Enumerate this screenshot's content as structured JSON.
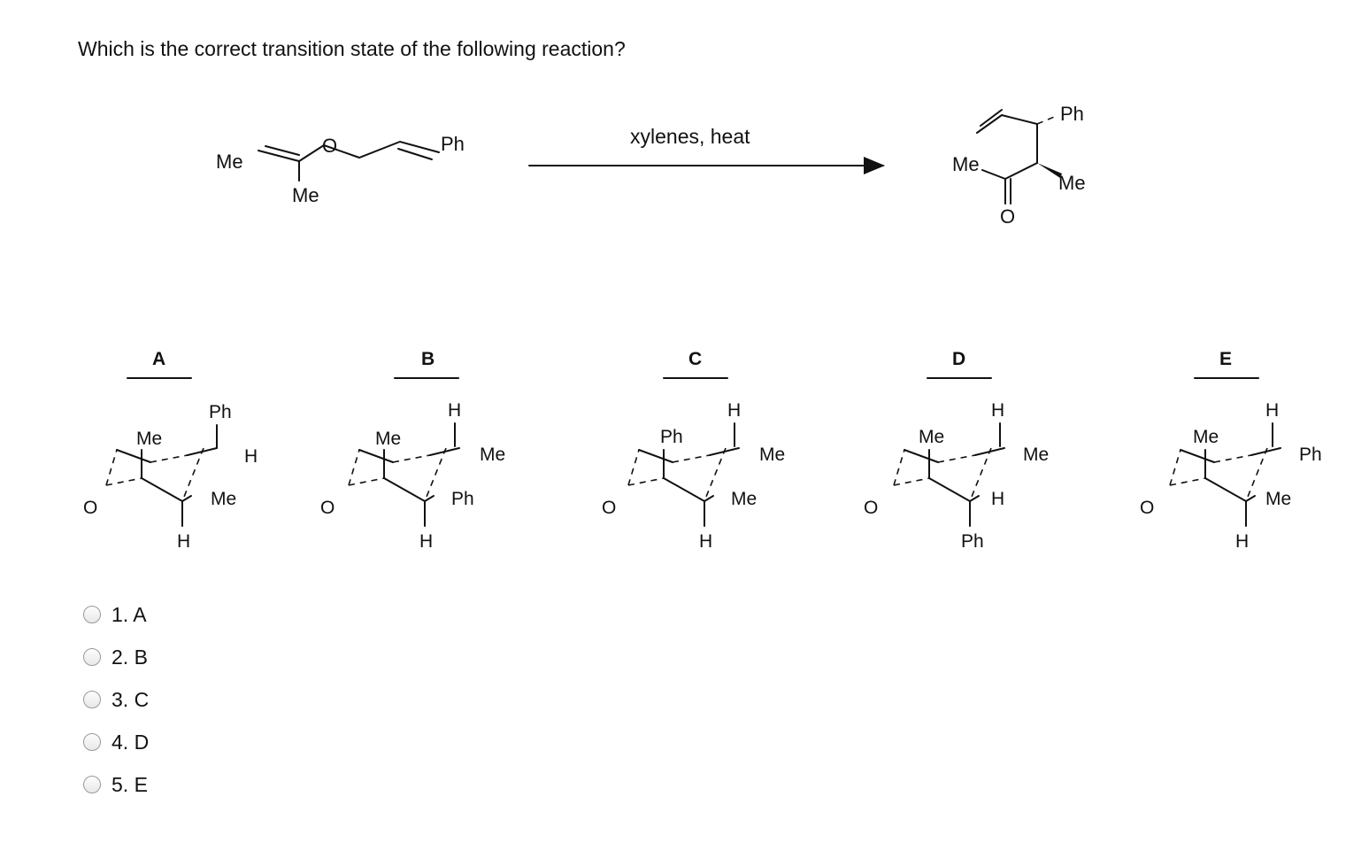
{
  "question": "Which is the correct transition state of the following reaction?",
  "reaction": {
    "conditions": "xylenes, heat",
    "reactant": {
      "me_left": "Me",
      "me_bottom": "Me",
      "oxygen": "O",
      "ph": "Ph"
    },
    "product": {
      "ph": "Ph",
      "me_left": "Me",
      "me_right": "Me",
      "oxygen": "O"
    }
  },
  "transition_states": [
    {
      "id": "A",
      "ring_atom": "Me",
      "top1": "Ph",
      "top2": "H",
      "mid": "Me",
      "bottom": "H",
      "oxygen": "O"
    },
    {
      "id": "B",
      "ring_atom": "Me",
      "top1": "H",
      "top2": "Me",
      "mid": "Ph",
      "bottom": "H",
      "oxygen": "O"
    },
    {
      "id": "C",
      "ring_atom": "Ph",
      "top1": "H",
      "top2": "Me",
      "mid": "Me",
      "bottom": "H",
      "oxygen": "O"
    },
    {
      "id": "D",
      "ring_atom": "Me",
      "top1": "H",
      "top2": "Me",
      "mid": "H",
      "bottom": "Ph",
      "oxygen": "O"
    },
    {
      "id": "E",
      "ring_atom": "Me",
      "top1": "H",
      "top2": "Ph",
      "mid": "Me",
      "bottom": "H",
      "oxygen": "O"
    }
  ],
  "choices": [
    "1. A",
    "2. B",
    "3. C",
    "4. D",
    "5. E"
  ]
}
